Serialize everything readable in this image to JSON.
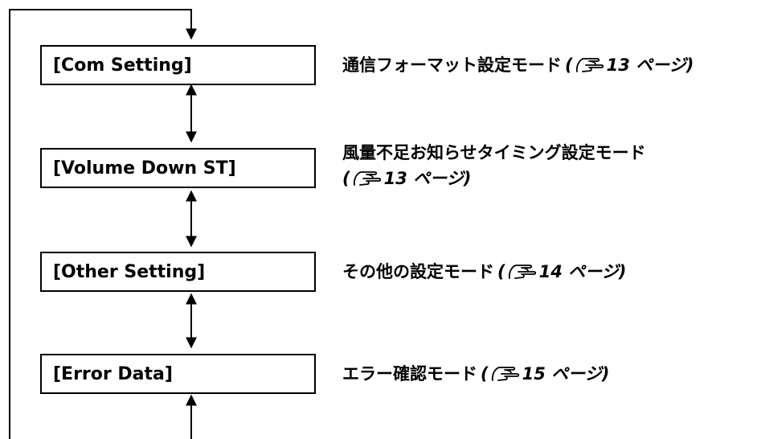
{
  "nodes": [
    {
      "label": "[Com Setting]",
      "desc": "通信フォーマット設定モード",
      "page": "13 ページ)"
    },
    {
      "label": "[Volume Down ST]",
      "desc": "風量不足お知らせタイミング設定モード",
      "page": "13 ページ)"
    },
    {
      "label": "[Other Setting]",
      "desc": "その他の設定モード",
      "page": "14 ページ)"
    },
    {
      "label": "[Error Data]",
      "desc": "エラー確認モード",
      "page": "15 ページ)"
    }
  ],
  "ref_open": "(",
  "ref_icon": "pointing-hand-icon"
}
